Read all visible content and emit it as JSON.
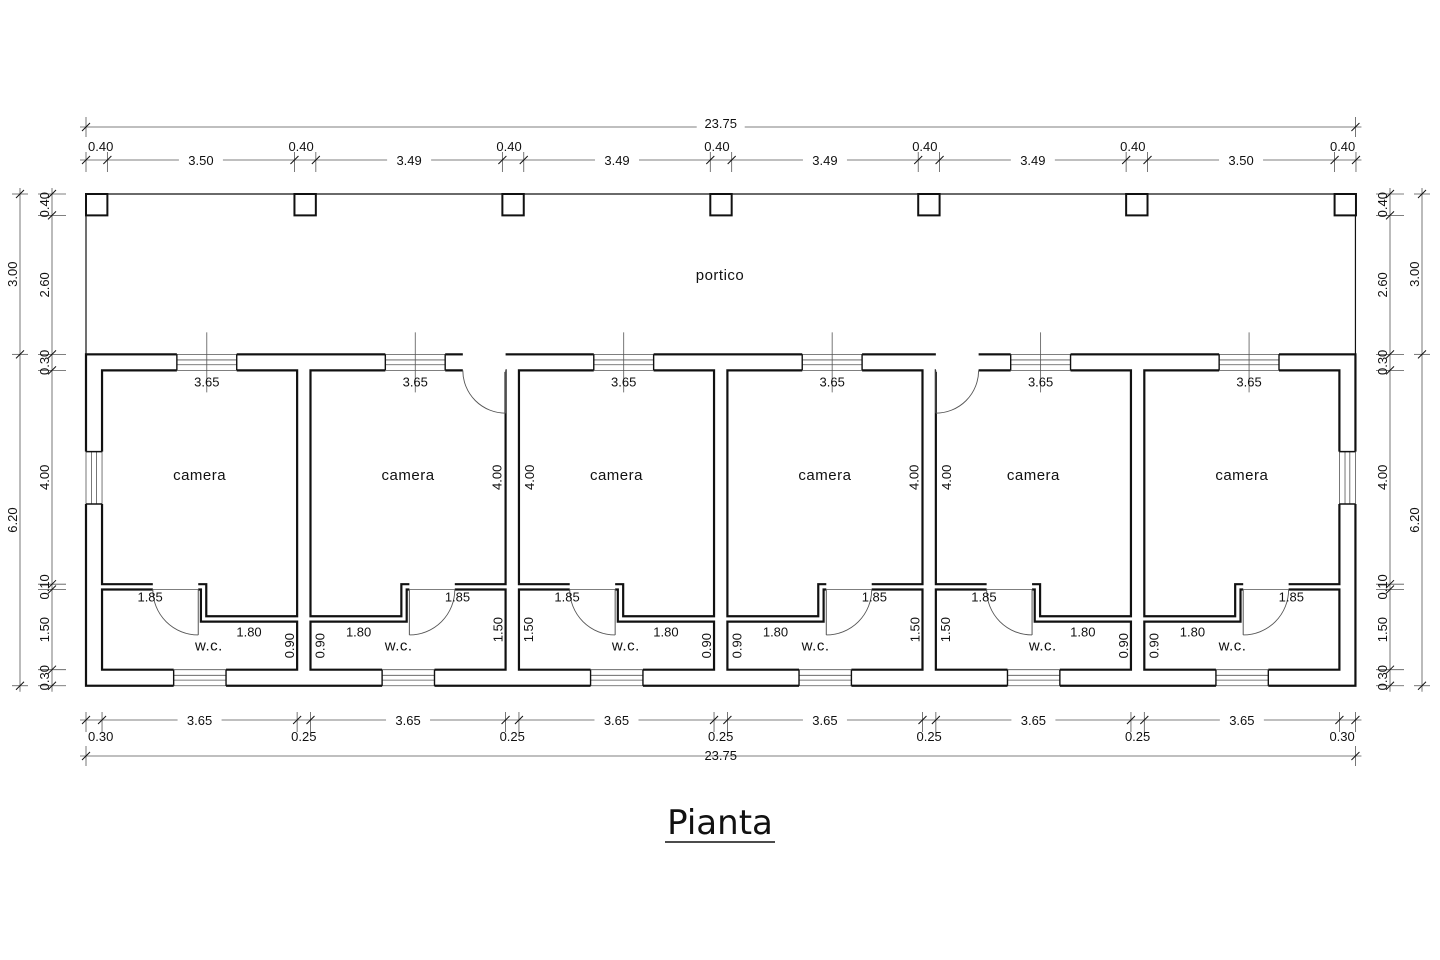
{
  "title": "Pianta",
  "porch_label": "portico",
  "colors": {
    "line": "#111111",
    "thin": "#555555",
    "background": "#ffffff"
  },
  "top_dimensions": {
    "overall": "23.75",
    "chain": [
      "0.40",
      "3.50",
      "0.40",
      "3.49",
      "0.40",
      "3.49",
      "0.40",
      "3.49",
      "0.40",
      "3.49",
      "0.40",
      "3.50",
      "0.40"
    ]
  },
  "bottom_dimensions": {
    "overall": "23.75",
    "chain": [
      "0.30",
      "3.65",
      "0.25",
      "3.65",
      "0.25",
      "3.65",
      "0.25",
      "3.65",
      "0.25",
      "3.65",
      "0.25",
      "3.65",
      "0.30"
    ]
  },
  "side_dimensions": {
    "outer": [
      "3.00",
      "6.20"
    ],
    "inner": [
      "0.40",
      "2.60",
      "0.30",
      "4.00",
      "0.10",
      "1.50",
      "0.30"
    ]
  },
  "rooms": [
    {
      "name": "camera",
      "width_label": "3.65",
      "height_label": null,
      "wc": {
        "name": "w.c.",
        "door": "1.85",
        "width": "1.80",
        "depth": "0.90",
        "height": null
      },
      "wc_side": "left",
      "porch_door": false
    },
    {
      "name": "camera",
      "width_label": "3.65",
      "height_label": "4.00",
      "wc": {
        "name": "w.c.",
        "door": "1.85",
        "width": "1.80",
        "depth": "0.90",
        "height": "1.50"
      },
      "wc_side": "right",
      "porch_door": true
    },
    {
      "name": "camera",
      "width_label": "3.65",
      "height_label": "4.00",
      "wc": {
        "name": "w.c.",
        "door": "1.85",
        "width": "1.80",
        "depth": "0.90",
        "height": "1.50"
      },
      "wc_side": "left",
      "porch_door": false
    },
    {
      "name": "camera",
      "width_label": "3.65",
      "height_label": "4.00",
      "wc": {
        "name": "w.c.",
        "door": "1.85",
        "width": "1.80",
        "depth": "0.90",
        "height": "1.50"
      },
      "wc_side": "right",
      "porch_door": false
    },
    {
      "name": "camera",
      "width_label": "3.65",
      "height_label": "4.00",
      "wc": {
        "name": "w.c.",
        "door": "1.85",
        "width": "1.80",
        "depth": "0.90",
        "height": "1.50"
      },
      "wc_side": "left",
      "porch_door": true
    },
    {
      "name": "camera",
      "width_label": "3.65",
      "height_label": null,
      "wc": {
        "name": "w.c.",
        "door": "1.85",
        "width": "1.80",
        "depth": "0.90",
        "height": null
      },
      "wc_side": "right",
      "porch_door": false
    }
  ]
}
